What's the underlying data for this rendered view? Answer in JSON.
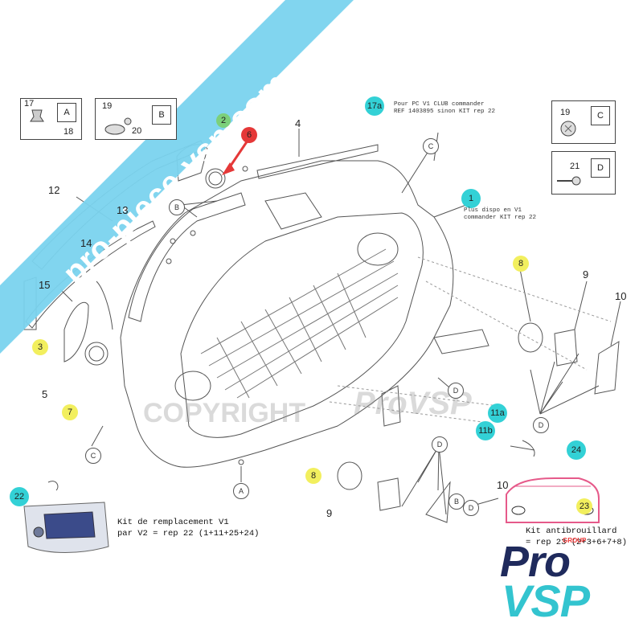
{
  "banner": {
    "text": "pro-piece-vsp.com",
    "color": "#7ad3ee"
  },
  "watermark": {
    "copyright": "COPYRIGHT",
    "brand": "ProVSP"
  },
  "detail_boxes": [
    {
      "letter": "A",
      "numbers": [
        "17",
        "18"
      ]
    },
    {
      "letter": "B",
      "numbers": [
        "19",
        "20"
      ]
    },
    {
      "letter": "C",
      "numbers": [
        "19"
      ]
    },
    {
      "letter": "D",
      "numbers": [
        "21"
      ]
    }
  ],
  "part_numbers": {
    "n4": "4",
    "n12": "12",
    "n13": "13",
    "n14": "14",
    "n15": "15",
    "n5": "5",
    "n9a": "9",
    "n10a": "10",
    "n9b": "9",
    "n10b": "10"
  },
  "badges": {
    "b17a": "17a",
    "b1": "1",
    "b2": "2",
    "b6": "6",
    "b3": "3",
    "b7": "7",
    "b8a": "8",
    "b8b": "8",
    "b11a": "11a",
    "b11b": "11b",
    "b24": "24",
    "b22": "22",
    "b23": "23"
  },
  "callouts": {
    "c1": "C",
    "c2": "B",
    "c3": "B",
    "c4": "D",
    "c5": "D",
    "c6": "D",
    "c7": "C",
    "c8": "A",
    "c9": "D"
  },
  "notes": {
    "note17a": "Pour PC V1 CLUB commander\nREF 1403895 sinon KIT rep 22",
    "note1": "Plus dispo en V1\ncommander KIT rep 22",
    "kit22": "Kit de remplacement V1\npar V2 = rep 22 (1+11+25+24)",
    "kit23": "Kit antibrouillard\n= rep 23 (2+3+6+7+8)"
  },
  "logo": {
    "line1": "Pro",
    "line2": "VSP",
    "group": "GROUP"
  },
  "colors": {
    "cyan_badge": "#33d1d6",
    "yellow_badge": "#f2ef5e",
    "green_badge": "#7cd07a",
    "red_badge": "#e53838",
    "logo_navy": "#1f2a5c",
    "logo_cyan": "#33c4cf"
  }
}
